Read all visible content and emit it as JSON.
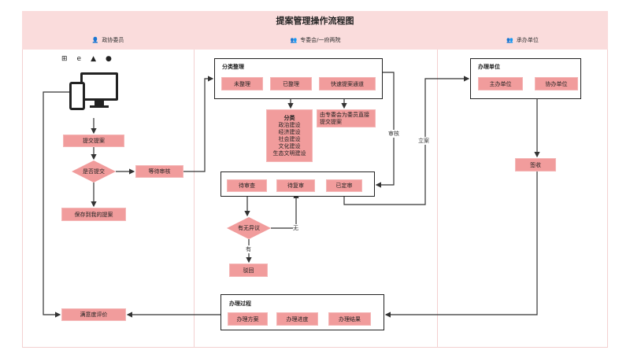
{
  "title": "提案管理操作流程图",
  "lanes": [
    {
      "label": "政协委员",
      "icon": "user-icon"
    },
    {
      "label": "专委会/一府两院",
      "icon": "users-icon"
    },
    {
      "label": "承办单位",
      "icon": "users-icon"
    }
  ],
  "colors": {
    "header": "#fadcdc",
    "node": "#f19c9c",
    "line": "#333333"
  },
  "left": {
    "devices_icon": "multi-device-icon",
    "platform_icons": [
      "windows-icon",
      "ie-icon",
      "android-icon",
      "apple-icon"
    ],
    "submit": "提交提案",
    "decision": "是否提交",
    "save": "保存到我的提案",
    "wait": "等待审核",
    "evaluate": "满意度评价"
  },
  "middle": {
    "sort_group": {
      "label": "分类整理",
      "items": [
        "未整理",
        "已整理",
        "快速提案通道"
      ]
    },
    "categories": {
      "heading": "分类",
      "items": [
        "政治建设",
        "经济建设",
        "社会建设",
        "文化建设",
        "生态文明建设"
      ]
    },
    "fast_note": "由专委会为委员直接提交提案",
    "review_group": {
      "items": [
        "待审查",
        "待复审",
        "已定审"
      ]
    },
    "objection": "有无异议",
    "yes": "有",
    "no": "无",
    "reject": "驳回",
    "review_edge": "审核",
    "process_group": {
      "label": "办理过程",
      "items": [
        "办理方案",
        "办理进度",
        "办理结果"
      ]
    }
  },
  "right": {
    "unit_group": {
      "label": "办理单位",
      "items": [
        "主办单位",
        "协办单位"
      ]
    },
    "sign": "签收",
    "register_edge": "立案"
  }
}
